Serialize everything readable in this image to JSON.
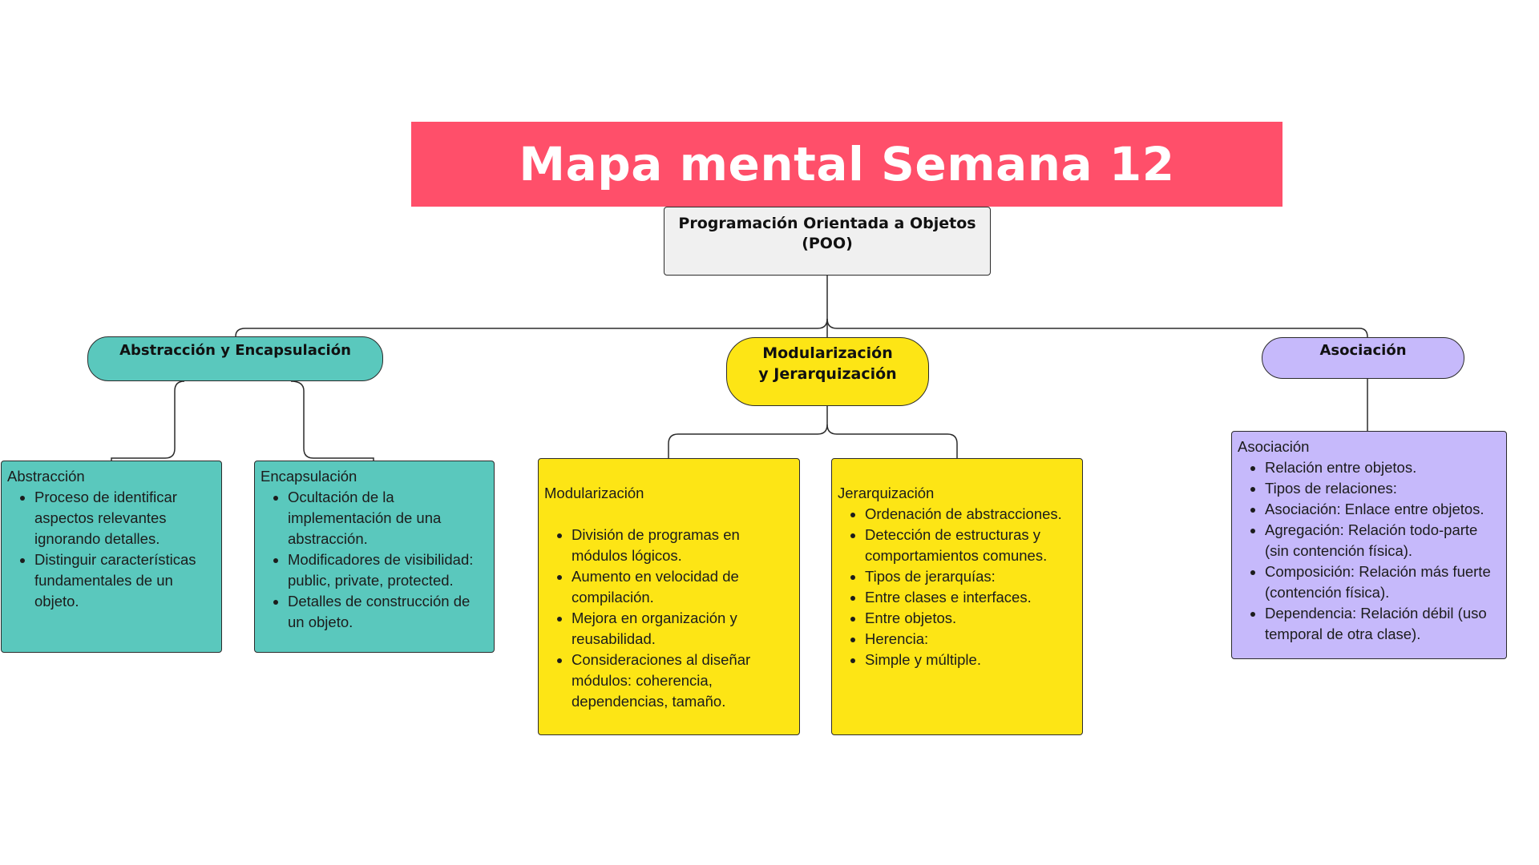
{
  "title": "Mapa mental Semana 12",
  "root": {
    "label_line1": "Programación Orientada a Objetos",
    "label_line2": "(POO)"
  },
  "branches": {
    "left": {
      "label": "Abstracción y Encapsulación",
      "color": "#5ac8bd"
    },
    "center": {
      "label_line1": "Modularización",
      "label_line2": "y Jerarquización",
      "color": "#fde515"
    },
    "right": {
      "label": "Asociación",
      "color": "#c6b9fb"
    }
  },
  "boxes": {
    "abstraccion": {
      "title": "Abstracción",
      "items": [
        "Proceso de identificar aspectos relevantes ignorando detalles.",
        "Distinguir características fundamentales de un objeto."
      ]
    },
    "encapsulacion": {
      "title": "Encapsulación",
      "items": [
        "Ocultación de la implementación de una abstracción.",
        "Modificadores de visibilidad: public, private, protected.",
        "Detalles de construcción de un objeto."
      ]
    },
    "modularizacion": {
      "title": "Modularización",
      "items": [
        "División de programas en módulos lógicos.",
        "Aumento en velocidad de compilación.",
        "Mejora en organización y reusabilidad.",
        "Consideraciones al diseñar módulos: coherencia, dependencias, tamaño."
      ]
    },
    "jerarquizacion": {
      "title": "Jerarquización",
      "items": [
        "Ordenación de abstracciones.",
        "Detección de estructuras y comportamientos comunes.",
        "Tipos de jerarquías:",
        "Entre clases e interfaces.",
        "Entre objetos.",
        "Herencia:",
        "Simple y múltiple."
      ]
    },
    "asociacion": {
      "title": "Asociación",
      "items": [
        "Relación entre objetos.",
        "Tipos de relaciones:",
        "Asociación: Enlace entre objetos.",
        "Agregación: Relación todo-parte (sin contención física).",
        "Composición: Relación más fuerte (contención física).",
        "Dependencia: Relación débil (uso temporal de otra clase)."
      ]
    }
  },
  "colors": {
    "title_banner": "#ff4f6a",
    "root": "#f0f0f0",
    "teal": "#5ac8bd",
    "yellow": "#fde515",
    "purple": "#c6b9fb"
  }
}
